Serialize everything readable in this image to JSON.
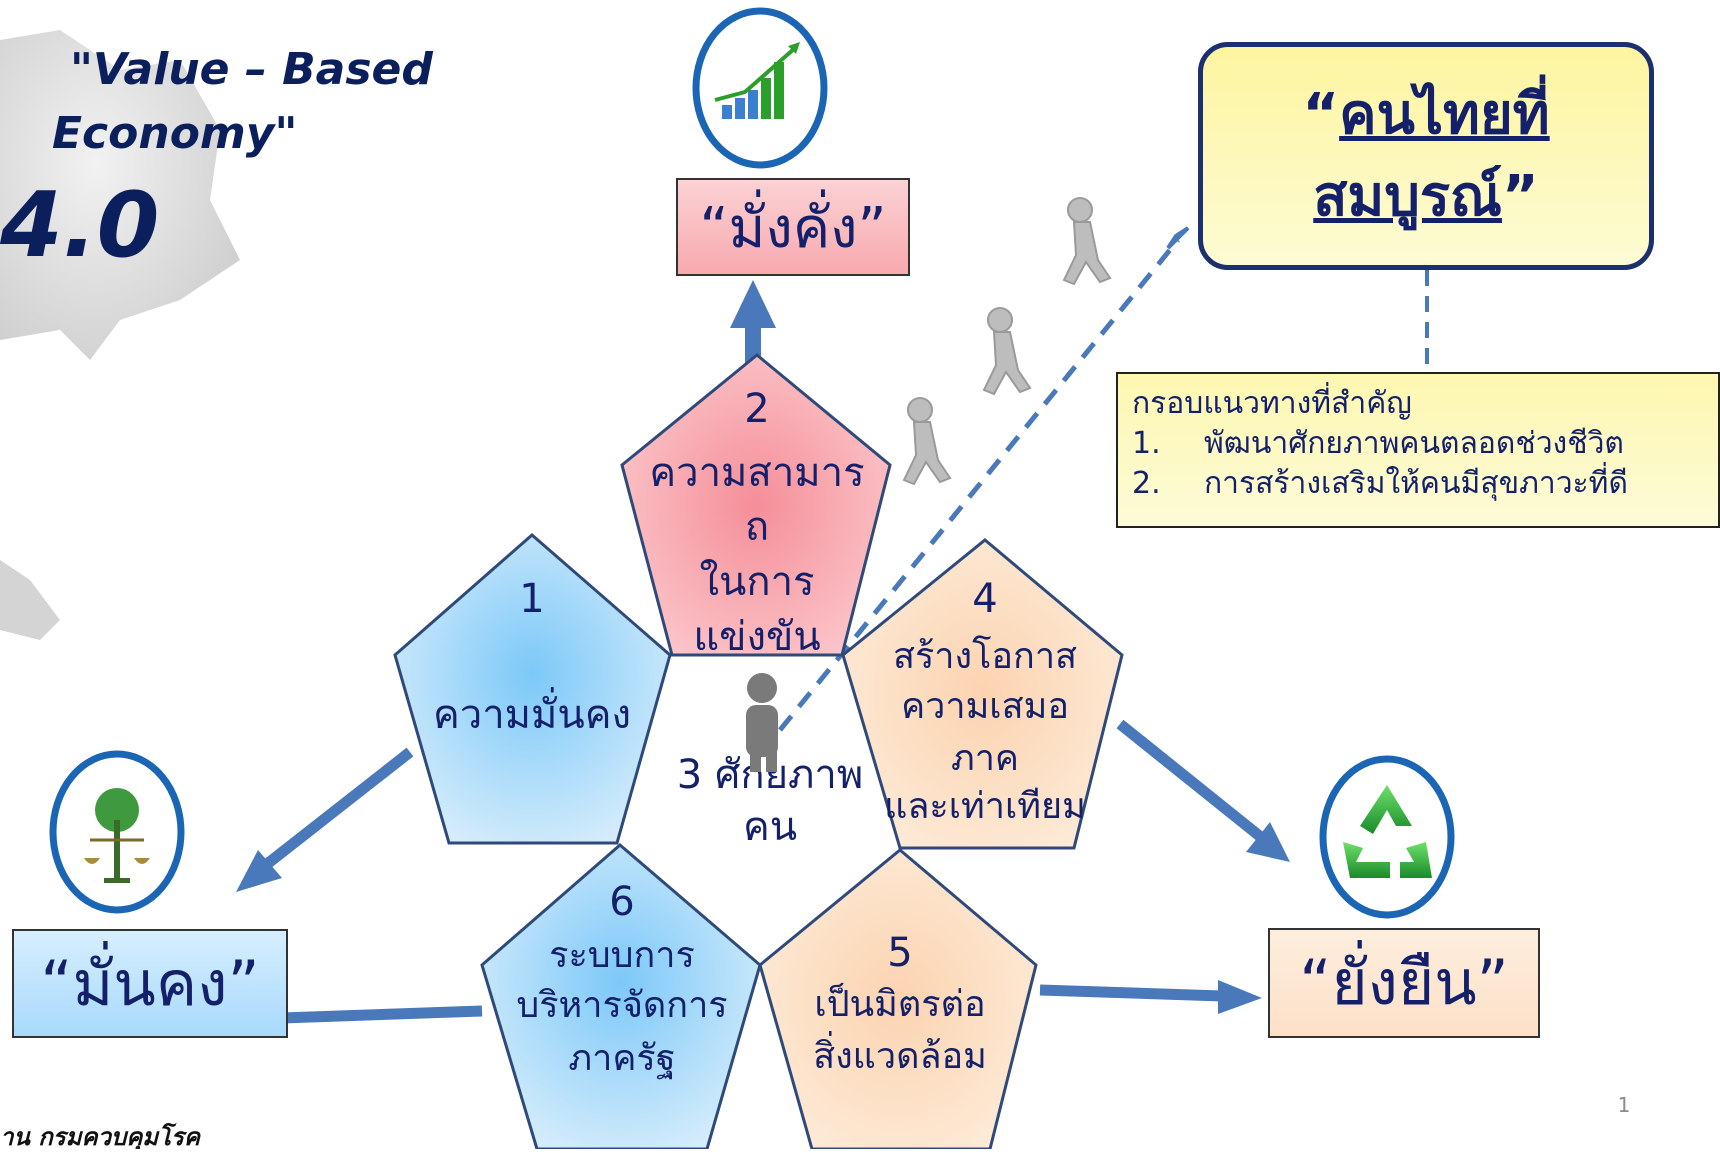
{
  "heading": {
    "line1": "\"Value – Based",
    "line2": "Economy\"",
    "big": "4.0"
  },
  "goals": {
    "wealth": "“มั่งคั่ง”",
    "security": "“มั่นคง”",
    "sustain": "“ยั่งยืน”"
  },
  "vision": {
    "open_quote": "“",
    "line1": "คนไทยที่",
    "line2": "สมบูรณ์",
    "close_quote": "”"
  },
  "framework": {
    "title": "กรอบแนวทางที่สำคัญ",
    "items": [
      {
        "num": "1.",
        "text": "พัฒนาศักยภาพคนตลอดช่วงชีวิต"
      },
      {
        "num": "2.",
        "text": "การสร้างเสริมให้คนมีสุขภาวะที่ดี"
      }
    ]
  },
  "pillars": {
    "p1": {
      "num": "1",
      "label": "ความมั่นคง"
    },
    "p2": {
      "num": "2",
      "line1": "ความสามาร",
      "line2": "ถ",
      "line3": "ในการ",
      "line4": "แข่งขัน"
    },
    "p3": {
      "line1": "3 ศักยภาพ",
      "line2": "คน"
    },
    "p4": {
      "num": "4",
      "line1": "สร้างโอกาส",
      "line2": "ความเสมอ",
      "line3": "ภาค",
      "line4": "และเท่าเทียม"
    },
    "p5": {
      "num": "5",
      "line1": "เป็นมิตรต่อ",
      "line2": "สิ่งแวดล้อม"
    },
    "p6": {
      "num": "6",
      "line1": "ระบบการ",
      "line2": "บริหารจัดการ",
      "line3": "ภาครัฐ"
    }
  },
  "footer": {
    "source": "าน กรมควบคุมโรค",
    "page": "1"
  },
  "colors": {
    "blue_pillar": "#9fd3f7",
    "red_pillar": "#f7a9ae",
    "peach_pillar": "#fde0c8",
    "outline": "#2f4a7a",
    "arrow": "#4a79bb",
    "vision_fill": "#fdfaa0",
    "framework_fill": "#fdfac0"
  }
}
